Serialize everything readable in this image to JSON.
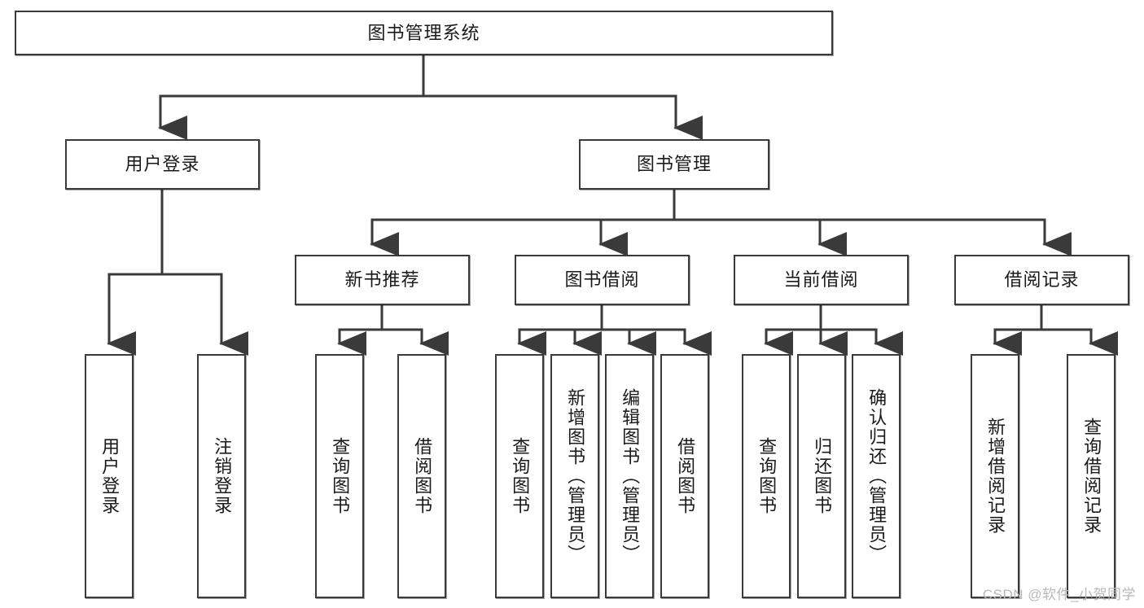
{
  "diagram": {
    "title": "图书管理系统",
    "type": "tree",
    "watermark": "CSDN @软件_小贺同学",
    "colors": {
      "stroke": "#3a3a3a",
      "fill": "#ffffff",
      "text": "#1a1a1a",
      "watermark": "#b8b8b8"
    },
    "nodes": {
      "root": {
        "label": "图书管理系统"
      },
      "level2": [
        {
          "id": "user-login",
          "label": "用户登录"
        },
        {
          "id": "book-manage",
          "label": "图书管理"
        }
      ],
      "level3": [
        {
          "id": "new-book-recommend",
          "label": "新书推荐"
        },
        {
          "id": "book-borrow",
          "label": "图书借阅"
        },
        {
          "id": "current-borrow",
          "label": "当前借阅"
        },
        {
          "id": "borrow-record",
          "label": "借阅记录"
        }
      ],
      "leaves": {
        "user-login": [
          {
            "id": "leaf-user-login",
            "label": "用户登录"
          },
          {
            "id": "leaf-logout-login",
            "label": "注销登录"
          }
        ],
        "new-book-recommend": [
          {
            "id": "leaf-query-book-1",
            "label": "查询图书"
          },
          {
            "id": "leaf-borrow-book-1",
            "label": "借阅图书"
          }
        ],
        "book-borrow": [
          {
            "id": "leaf-query-book-2",
            "label": "查询图书"
          },
          {
            "id": "leaf-add-book",
            "label": "新增图书（管理员）"
          },
          {
            "id": "leaf-edit-book",
            "label": "编辑图书（管理员）"
          },
          {
            "id": "leaf-borrow-book-2",
            "label": "借阅图书"
          }
        ],
        "current-borrow": [
          {
            "id": "leaf-query-book-3",
            "label": "查询图书"
          },
          {
            "id": "leaf-return-book",
            "label": "归还图书"
          },
          {
            "id": "leaf-confirm-return",
            "label": "确认归还（管理员）"
          }
        ],
        "borrow-record": [
          {
            "id": "leaf-add-record",
            "label": "新增借阅记录"
          },
          {
            "id": "leaf-query-record",
            "label": "查询借阅记录"
          }
        ]
      }
    }
  }
}
